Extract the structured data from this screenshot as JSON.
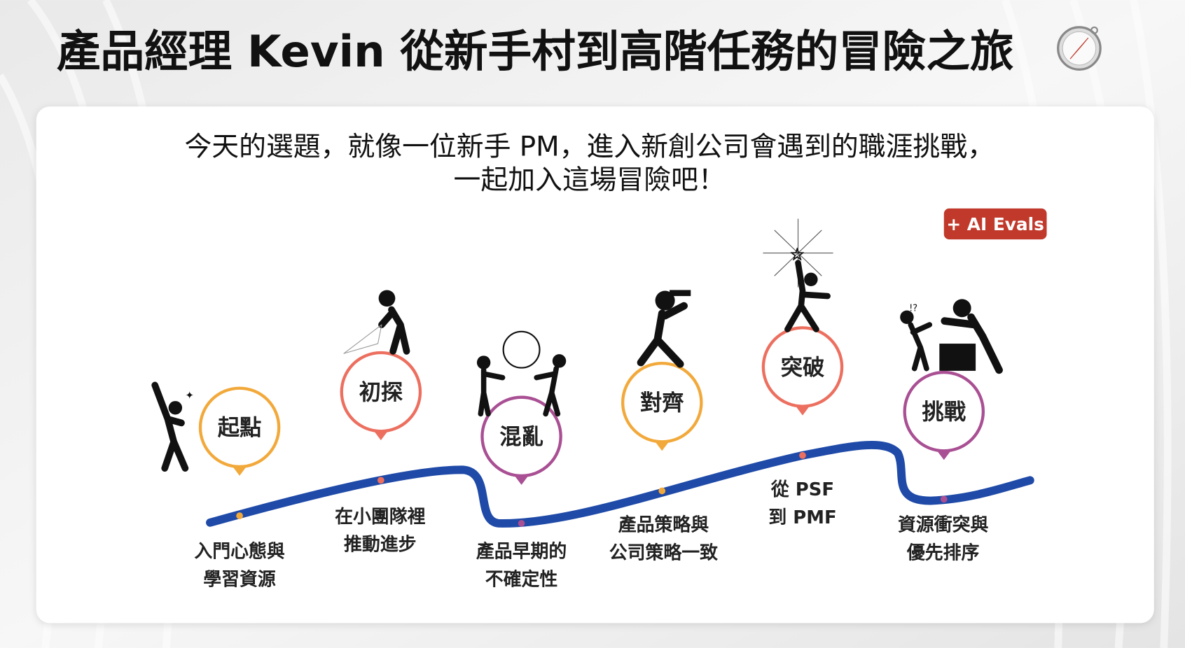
{
  "title": "產品經理 Kevin 從新手村到高階任務的冒險之旅",
  "title_icon": "compass-icon",
  "subtitle": {
    "line1": "今天的選題，就像一位新手 PM，進入新創公司會遇到的職涯挑戰，",
    "line2": "一起加入這場冒險吧！"
  },
  "badge": {
    "label": "+ AI Evals",
    "color": "#c0392b"
  },
  "path_color": "#1f4aa8",
  "stages": [
    {
      "pin": "起點",
      "label1": "入門心態與",
      "label2": "學習資源",
      "color": "#f2a93b"
    },
    {
      "pin": "初探",
      "label1": "在小團隊裡",
      "label2": "推動進步",
      "color": "#ec6f5f"
    },
    {
      "pin": "混亂",
      "label1": "產品早期的",
      "label2": "不確定性",
      "color": "#a94f93"
    },
    {
      "pin": "對齊",
      "label1": "產品策略與",
      "label2": "公司策略一致",
      "color": "#f2a93b"
    },
    {
      "pin": "突破",
      "label1": "從 PSF",
      "label2": "到 PMF",
      "color": "#ec6f5f"
    },
    {
      "pin": "挑戰",
      "label1": "資源衝突與",
      "label2": "優先排序",
      "color": "#a94f93"
    }
  ]
}
